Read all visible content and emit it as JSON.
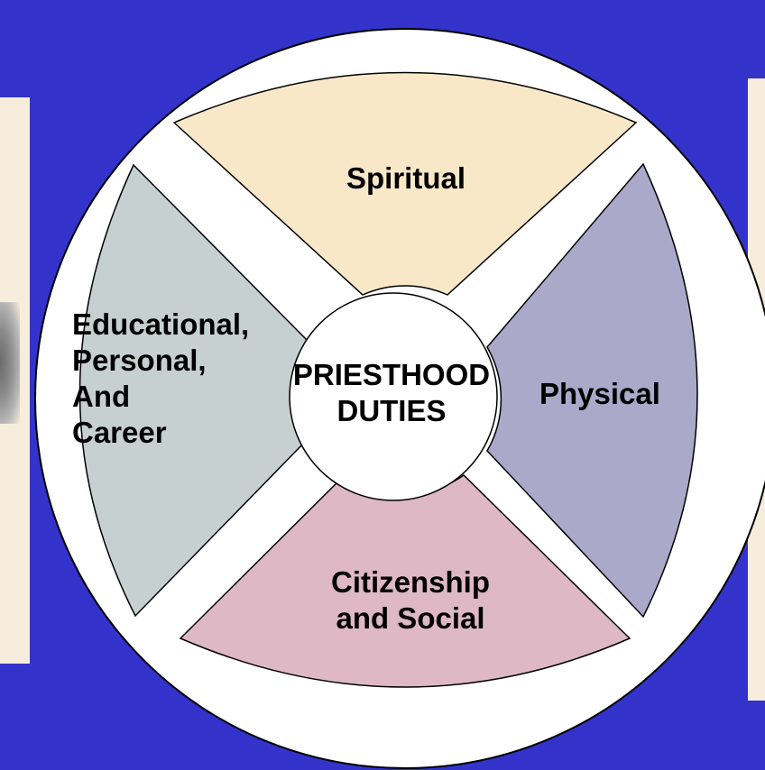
{
  "colors": {
    "background": "#3333cc",
    "side_panel": "#f7eddc",
    "outer_ring": "#ffffff",
    "spiritual": "#f9e8c8",
    "physical": "#aaa9c9",
    "citizenship": "#deb8c5",
    "educational": "#c7d0d0"
  },
  "diagram": {
    "center_label": "PRIESTHOOD\nDUTIES",
    "segments": [
      {
        "id": "spiritual",
        "label": "Spiritual"
      },
      {
        "id": "physical",
        "label": "Physical"
      },
      {
        "id": "citizenship",
        "label": "Citizenship\nand Social"
      },
      {
        "id": "educational",
        "label": "Educational,\nPersonal,\nAnd\nCareer"
      }
    ]
  }
}
